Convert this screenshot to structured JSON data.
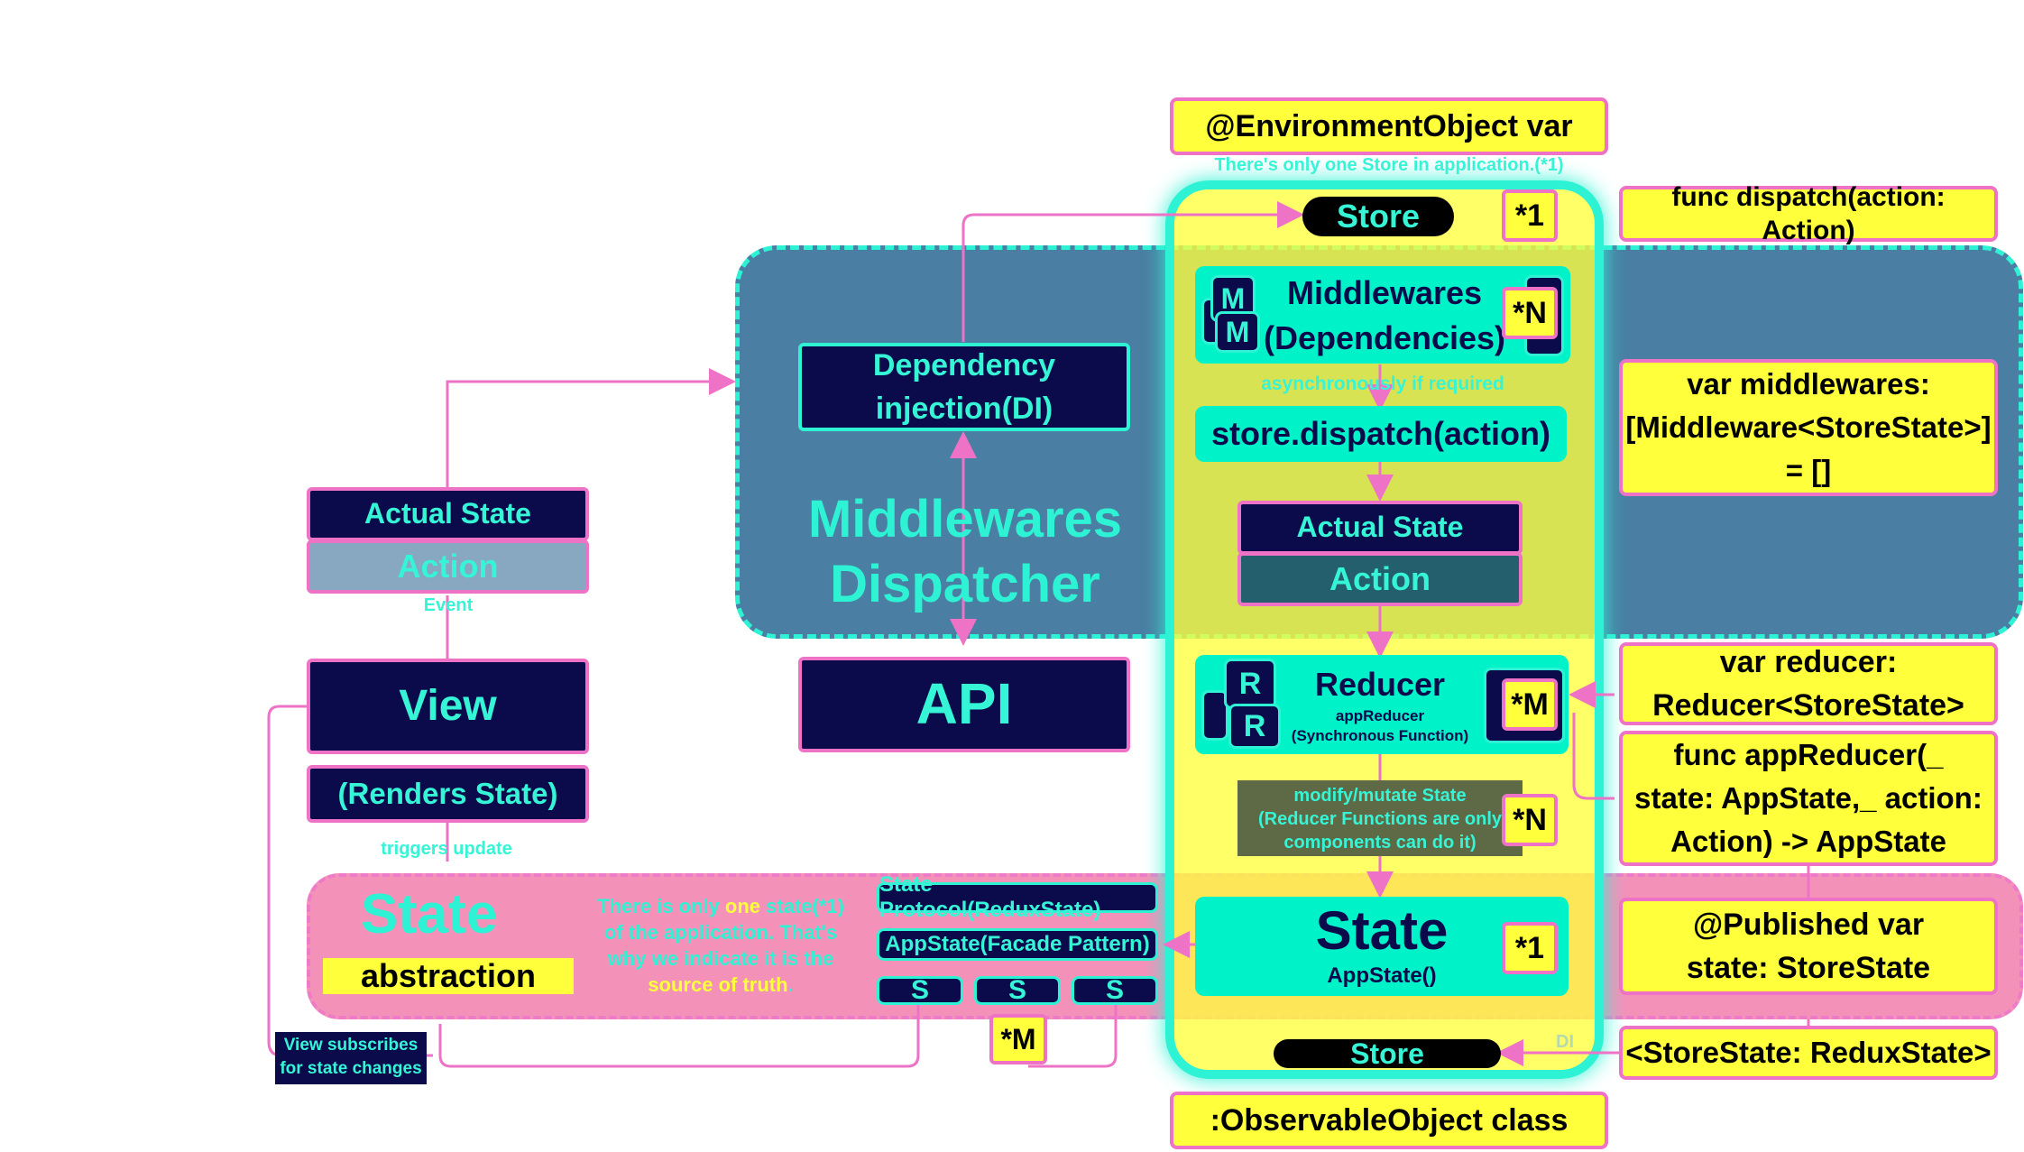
{
  "env_object": "@EnvironmentObject var",
  "one_store_note": "There's only one Store in application.(*1)",
  "store_top": "Store",
  "store_bottom": "Store",
  "badge_store": "*1",
  "func_dispatch": "func dispatch(action: Action)",
  "middlewares_title_1": "Middlewares",
  "middlewares_title_2": "(Dependencies)",
  "mini_m": "M",
  "badge_mw": "*N",
  "async_note": "asynchronously if required",
  "dispatch_call": "store.dispatch(action)",
  "var_middlewares": "var middlewares: [Middleware<StoreState>] = []",
  "actual_state_center": "Actual State",
  "action_center": "Action",
  "mw_dispatcher_1": "Middlewares",
  "mw_dispatcher_2": "Dispatcher",
  "dependency_injection": "Dependency injection(DI)",
  "api": "API",
  "actual_state_left": "Actual State",
  "action_left": "Action",
  "event": "Event",
  "view": "View",
  "renders_state": "(Renders State)",
  "triggers_update": "triggers update",
  "reducer_title": "Reducer",
  "reducer_sub_1": "appReducer",
  "reducer_sub_2": "(Synchronous Function)",
  "mini_r": "R",
  "badge_reducer": "*M",
  "var_reducer": "var reducer: Reducer<StoreState>",
  "func_app_reducer": "func appReducer(_ state: AppState,_ action: Action) -> AppState",
  "modify_note_1": "modify/mutate State",
  "modify_note_2": "(Reducer Functions are only",
  "modify_note_3": "components can do it)",
  "badge_modify": "*N",
  "state_title": "State",
  "state_sub": "AppState()",
  "badge_state": "*1",
  "published_state": "@Published var state: StoreState",
  "store_generic": "<StoreState: ReduxState>",
  "observable_class": ":ObservableObject class",
  "di_label": "DI",
  "state_abstraction_title": "State",
  "state_abstraction_label": "abstraction",
  "one_state_note": {
    "p1": "There is only ",
    "one": "one",
    "p2": " state(*1) of the application. That's why we indicate it is the ",
    "source": "source of truth",
    "p3": "."
  },
  "state_protocol": "State Protocol(ReduxState)",
  "app_state_facade": "AppState(Facade Pattern)",
  "sub_s": "S",
  "badge_sub": "*M",
  "view_subscribes": "View subscribes for state changes",
  "colors": {
    "yellow": "#ffff3b",
    "pink": "#ee73c6",
    "navy": "#0b0b4c",
    "cyan": "#00f2c8",
    "steel_blue": "#4a7ea3"
  }
}
